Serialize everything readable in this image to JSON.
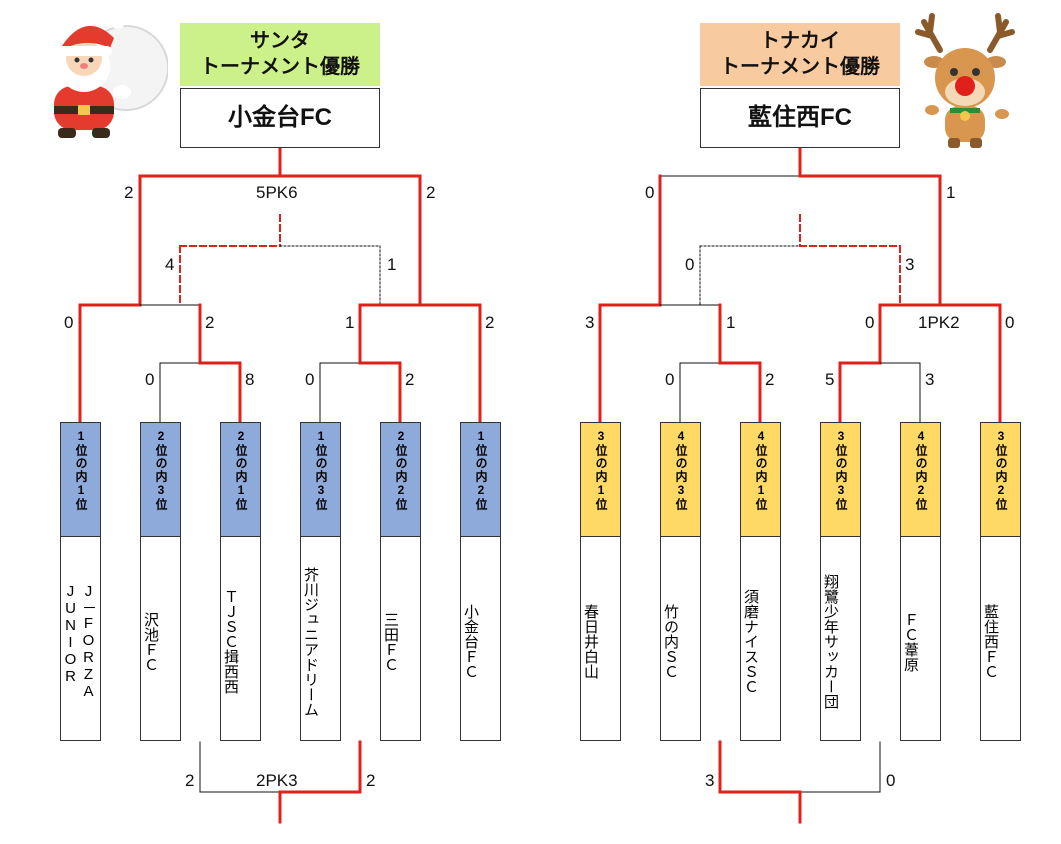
{
  "santa": {
    "title_line1": "サンタ",
    "title_line2": "トーナメント優勝",
    "champion": "小金台FC",
    "teams": [
      {
        "rank": "1位の内1位",
        "name": "J－FORZA\nJUNIOR"
      },
      {
        "rank": "2位の内3位",
        "name": "沢池ＦＣ"
      },
      {
        "rank": "2位の内1位",
        "name": "ＴＪＳＣ揖西西"
      },
      {
        "rank": "1位の内3位",
        "name": "芥川ジュニアドリーム"
      },
      {
        "rank": "2位の内2位",
        "name": "三田ＦＣ"
      },
      {
        "rank": "1位の内2位",
        "name": "小金台ＦＣ"
      }
    ],
    "scores": {
      "final_left": "2",
      "final_center": "5PK6",
      "final_right": "2",
      "semi_left": "4",
      "semi_right": "1",
      "r2_a_left": "0",
      "r2_a_right": "2",
      "r2_b_left": "1",
      "r2_b_right": "2",
      "r1_a_left": "0",
      "r1_a_right": "8",
      "r1_b_left": "0",
      "r1_b_right": "2",
      "third_left": "2",
      "third_center": "2PK3",
      "third_right": "2"
    }
  },
  "tonakai": {
    "title_line1": "トナカイ",
    "title_line2": "トーナメント優勝",
    "champion": "藍住西FC",
    "teams": [
      {
        "rank": "3位の内1位",
        "name": "春日井白山"
      },
      {
        "rank": "4位の内3位",
        "name": "竹の内ＳＣ"
      },
      {
        "rank": "4位の内1位",
        "name": "須磨ナイスＳＣ"
      },
      {
        "rank": "3位の内3位",
        "name": "翔鷺少年サッカー団"
      },
      {
        "rank": "4位の内2位",
        "name": "ＦＣ葦原"
      },
      {
        "rank": "3位の内2位",
        "name": "藍住西ＦＣ"
      }
    ],
    "scores": {
      "final_left": "0",
      "final_right": "1",
      "semi_left": "0",
      "semi_right": "3",
      "r2_a_left": "3",
      "r2_a_right": "1",
      "r2_b_left": "0",
      "r2_b_center": "1PK2",
      "r2_b_right": "0",
      "r1_a_left": "0",
      "r1_a_right": "2",
      "r1_b_left": "5",
      "r1_b_right": "3",
      "third_left": "3",
      "third_right": "0"
    }
  },
  "colors": {
    "win_line": "#e0201b",
    "lose_line": "#111111",
    "santa_title_bg": "#ccf08a",
    "tonakai_title_bg": "#f8caa0",
    "blue_rank": "#8eaadb",
    "yellow_rank": "#ffd966"
  },
  "icons": [
    "santa-illustration",
    "reindeer-illustration"
  ]
}
